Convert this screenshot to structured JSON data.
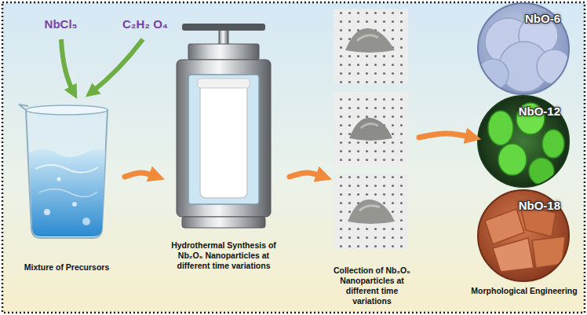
{
  "diagram": {
    "nodes": [
      {
        "text": [
          "Mixture of Precursors"
        ]
      },
      {
        "text": [
          "Hydrothermal Synthesis of Nb₂O₅ Nanoparticles at different time variations"
        ]
      },
      {
        "text": [
          "Collection of Nb₂O₅ Nanoparticles at different time variations"
        ]
      },
      {
        "text": [
          "NbO-6"
        ]
      },
      {
        "text": [
          "NbO-12"
        ]
      },
      {
        "text": [
          "NbO-18"
        ]
      }
    ],
    "edges": [
      {
        "from": 0,
        "to": 1,
        "arrow": "to"
      },
      {
        "from": 1,
        "to": 2,
        "arrow": "to"
      },
      {
        "from": 2,
        "to": 4,
        "arrow": "to"
      }
    ],
    "labels": [
      "NbCl₅",
      "C₂H₂ O₄",
      "Morphological Engineering"
    ]
  }
}
